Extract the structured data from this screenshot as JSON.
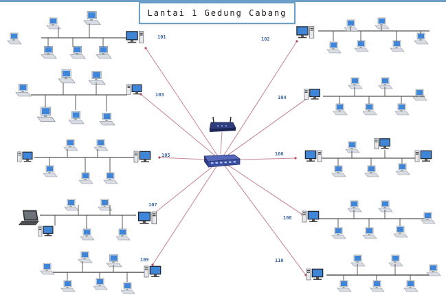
{
  "diagram": {
    "title": "Lantai 1 Gedung Cabang",
    "rooms": [
      {
        "id": "r101",
        "label": "101"
      },
      {
        "id": "r102",
        "label": "102"
      },
      {
        "id": "r103",
        "label": "103"
      },
      {
        "id": "r104",
        "label": "104"
      },
      {
        "id": "r105",
        "label": "105"
      },
      {
        "id": "r106",
        "label": "106"
      },
      {
        "id": "r107",
        "label": "107"
      },
      {
        "id": "r108",
        "label": "108"
      },
      {
        "id": "r109",
        "label": "109"
      },
      {
        "id": "r110",
        "label": "110"
      }
    ],
    "colors": {
      "link": "#c98a9a",
      "bus": "#555555",
      "monitor_screen": "#3f86d8",
      "switch_body": "#3b4fa0",
      "frame_accent": "#6b9fc7",
      "label": "#3b67a8"
    },
    "icons": {
      "central": "network-switch-icon",
      "router": "wireless-router-icon",
      "workstation": "desktop-computer-icon",
      "client": "client-computer-icon",
      "laptop": "laptop-icon"
    }
  }
}
